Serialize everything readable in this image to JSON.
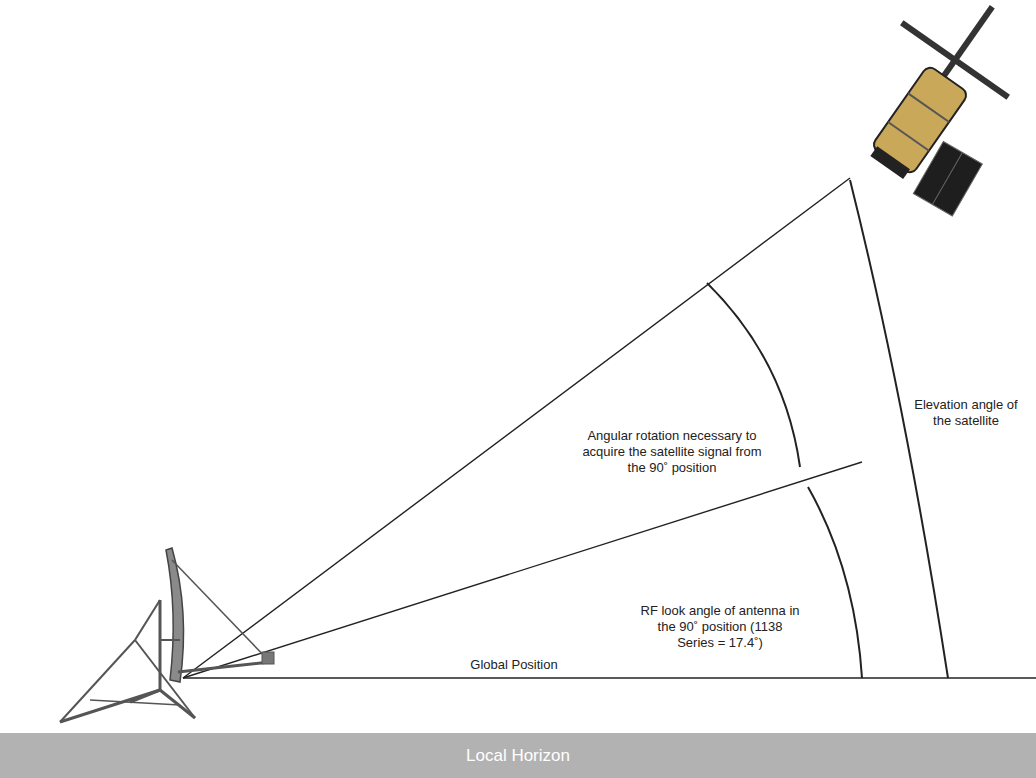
{
  "diagram": {
    "nodes": [
      {
        "text": [
          "Local Horizon"
        ]
      }
    ],
    "labels": [
      "Angular rotation necessary to acquire the satellite signal from the 90˚ position",
      "Elevation angle of the satellite",
      "RF look angle of antenna in the 90˚ position (1138 Series = 17.4˚)",
      "Global Position"
    ]
  }
}
